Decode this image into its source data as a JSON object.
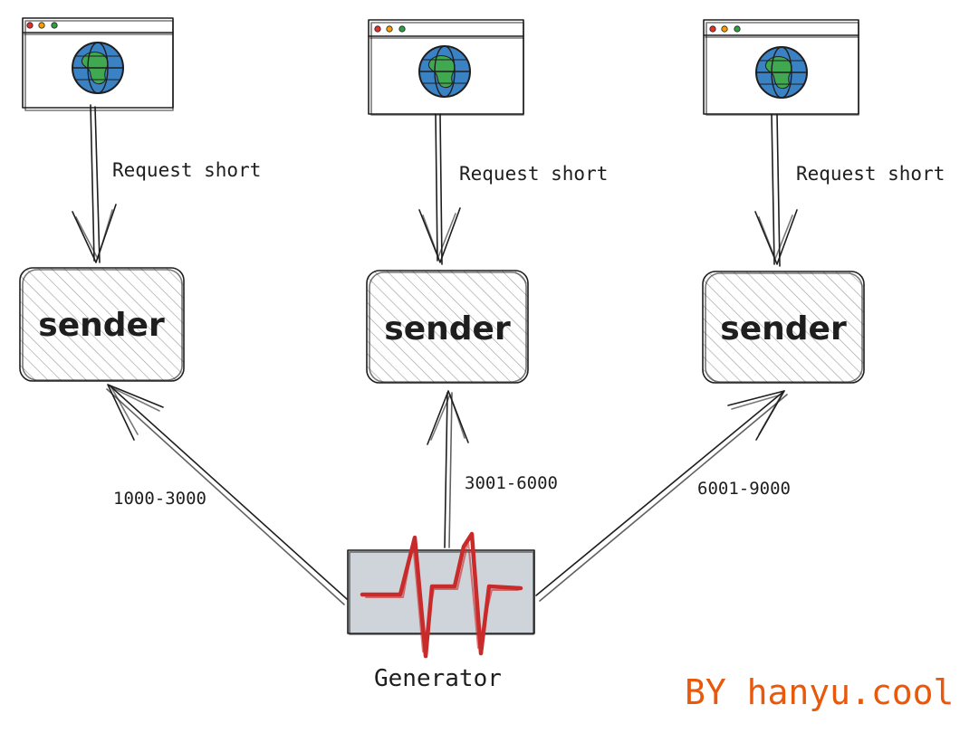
{
  "browsers": [
    {
      "id": "left"
    },
    {
      "id": "middle"
    },
    {
      "id": "right"
    }
  ],
  "request_labels": [
    "Request short",
    "Request short",
    "Request short"
  ],
  "senders": [
    "sender",
    "sender",
    "sender"
  ],
  "ranges": [
    "1000-3000",
    "3001-6000",
    "6001-9000"
  ],
  "generator": {
    "label": "Generator"
  },
  "credit": "BY hanyu.cool",
  "colors": {
    "stroke": "#1e1e1e",
    "globe_water": "#3b82c4",
    "globe_land": "#40a850",
    "dot_red": "#e03131",
    "dot_yellow": "#f59f00",
    "dot_green": "#2f9e44",
    "generator_fill": "#ced4da",
    "pulse": "#c92a2a",
    "credit": "#e8590c"
  }
}
